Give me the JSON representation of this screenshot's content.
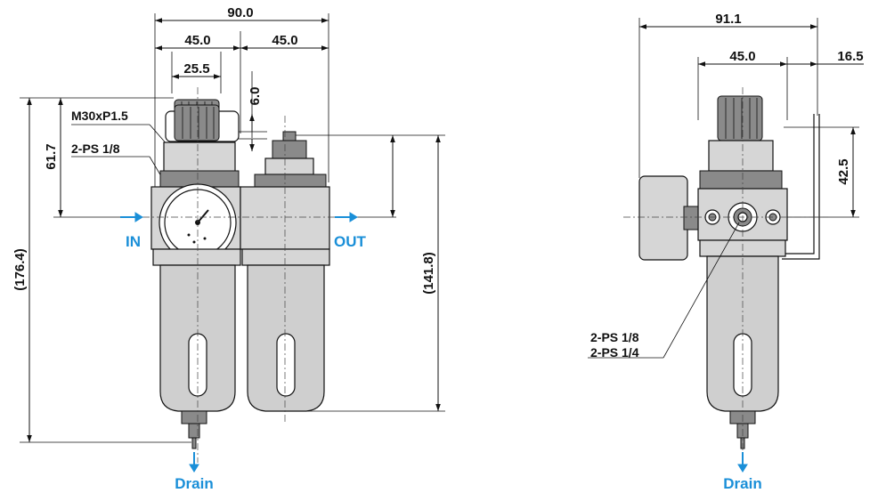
{
  "front_view": {
    "dims": {
      "overall_width": "90.0",
      "half_width_left": "45.0",
      "half_width_right": "45.0",
      "knob_width": "25.5",
      "knob_offset": "6.0",
      "inlet_height": "61.7",
      "overall_height": "(176.4)",
      "lubricator_height": "(141.8)"
    },
    "labels": {
      "thread": "M30xP1.5",
      "gauge_port": "2-PS 1/8",
      "inlet": "IN",
      "outlet": "OUT",
      "drain": "Drain"
    }
  },
  "side_view": {
    "dims": {
      "overall_depth": "91.1",
      "half_depth": "45.0",
      "bracket_offset": "16.5",
      "port_height": "42.5"
    },
    "labels": {
      "port_a": "2-PS 1/8",
      "port_b": "2-PS 1/4",
      "drain": "Drain"
    }
  }
}
